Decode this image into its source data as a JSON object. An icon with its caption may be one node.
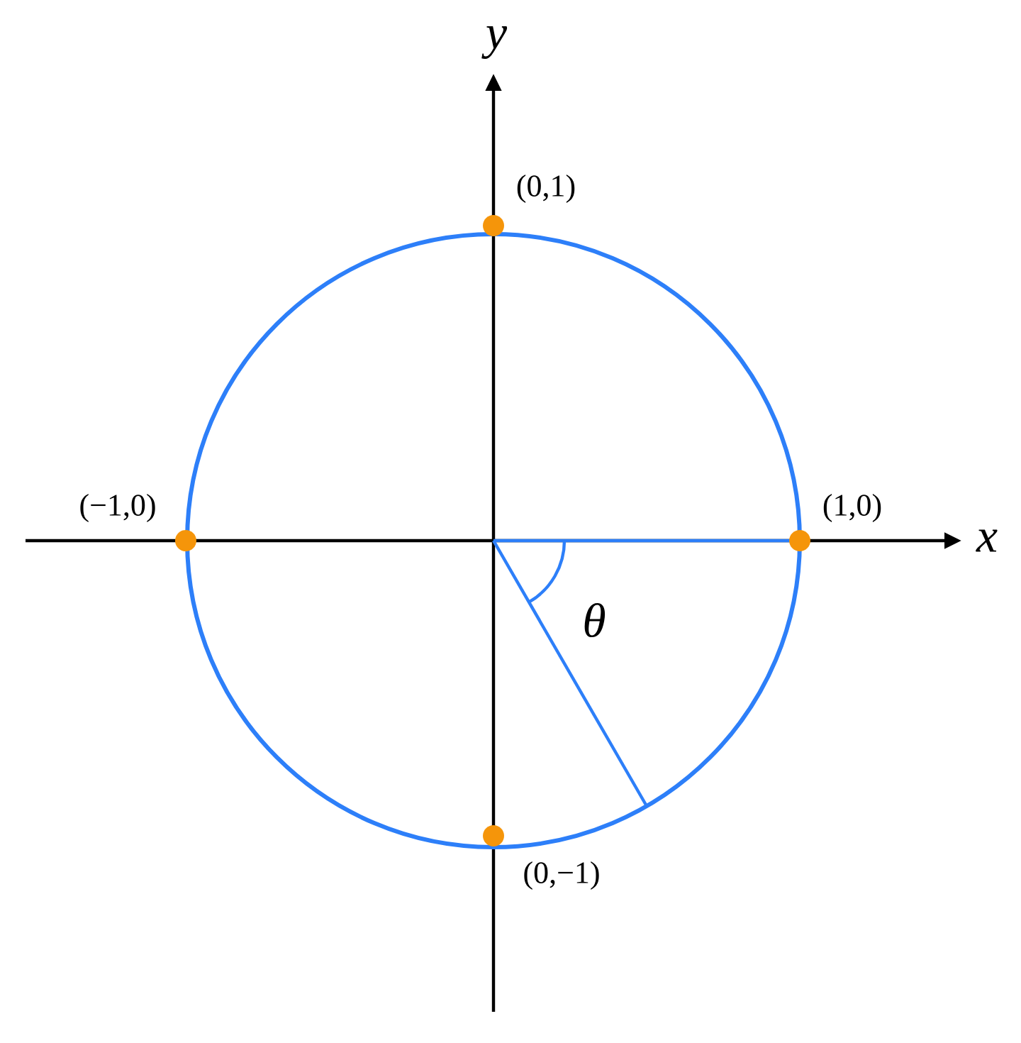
{
  "diagram": {
    "labels": [
      "y",
      "(0,1)",
      "(−1,0)",
      "(1,0)",
      "x",
      "θ",
      "(0,−1)"
    ]
  }
}
